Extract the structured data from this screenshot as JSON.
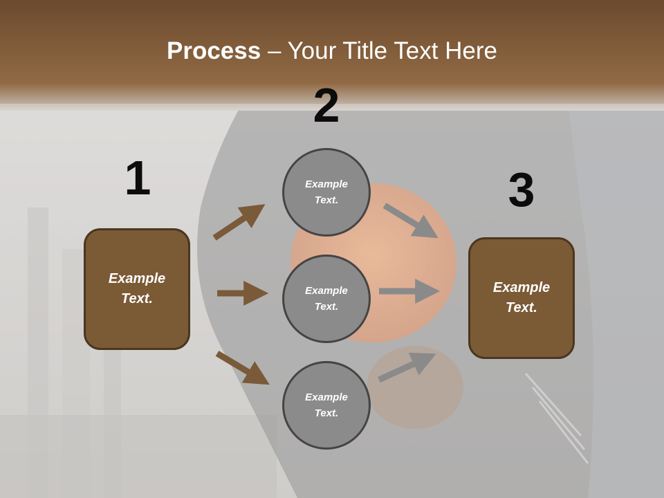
{
  "title": {
    "bold": "Process",
    "rest": " – Your Title Text Here"
  },
  "steps": [
    "1",
    "2",
    "3"
  ],
  "start_box": {
    "text": "Example\nText."
  },
  "end_box": {
    "text": "Example\nText."
  },
  "middle_circles": [
    {
      "text": "Example\nText."
    },
    {
      "text": "Example\nText."
    },
    {
      "text": "Example\nText."
    }
  ],
  "colors": {
    "title_band": "#7c5a36",
    "box_fill": "#7b5a36",
    "box_border": "#4b3620",
    "circle_fill": "#8b8b8b",
    "circle_border": "#444444",
    "arrow_left": "#7a5a38",
    "arrow_right": "#8a8a8a"
  }
}
